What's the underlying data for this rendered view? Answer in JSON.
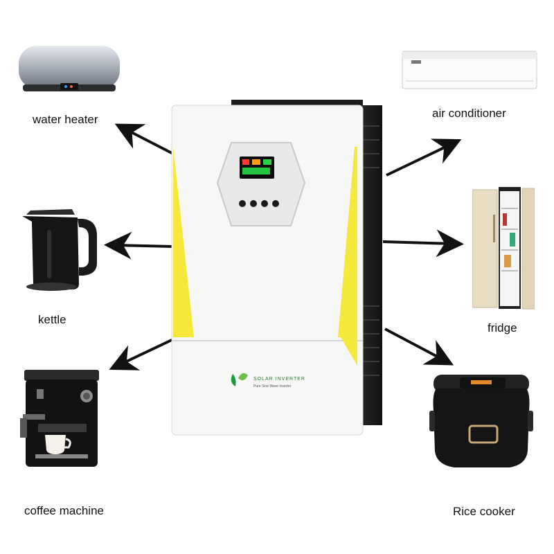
{
  "appliances": {
    "water_heater": "water heater",
    "air_conditioner": "air conditioner",
    "kettle": "kettle",
    "fridge": "fridge",
    "coffee_machine": "coffee machine",
    "rice_cooker": "Rice cooker"
  },
  "inverter": {
    "brand": "SOLAR INVERTER",
    "subtitle": "Pure Sine Wave Inverter"
  },
  "colors": {
    "accent_yellow": "#f5e83a",
    "inverter_body": "#f7f7f5",
    "arrow": "#111111"
  }
}
